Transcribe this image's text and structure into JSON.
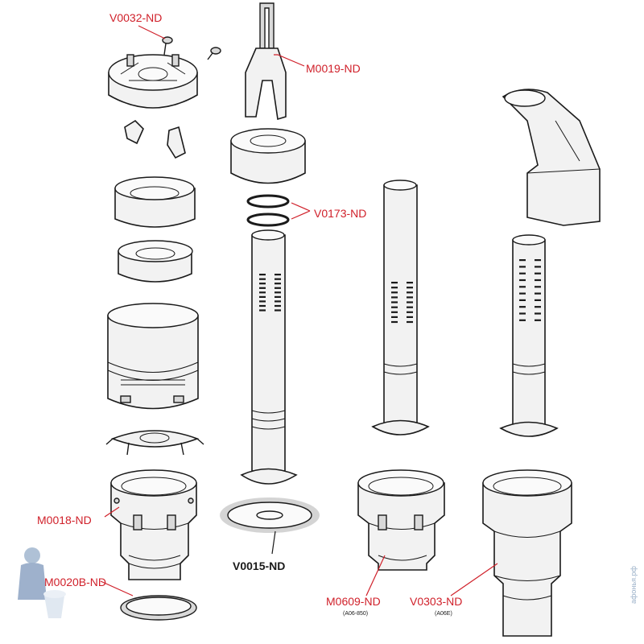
{
  "labels": {
    "v0032": "V0032-ND",
    "m0019": "M0019-ND",
    "v0173": "V0173-ND",
    "m0018": "M0018-ND",
    "m0020b": "M0020B-ND",
    "v0015": "V0015-ND",
    "m0609": "M0609-ND",
    "m0609_sub": "(A06-850)",
    "v0303": "V0303-ND",
    "v0303_sub": "(A06E)"
  },
  "watermark": "афонья.рф",
  "colors": {
    "label": "#d0202a",
    "line": "#1a1a1a",
    "watermark": "#9ab0c8"
  }
}
